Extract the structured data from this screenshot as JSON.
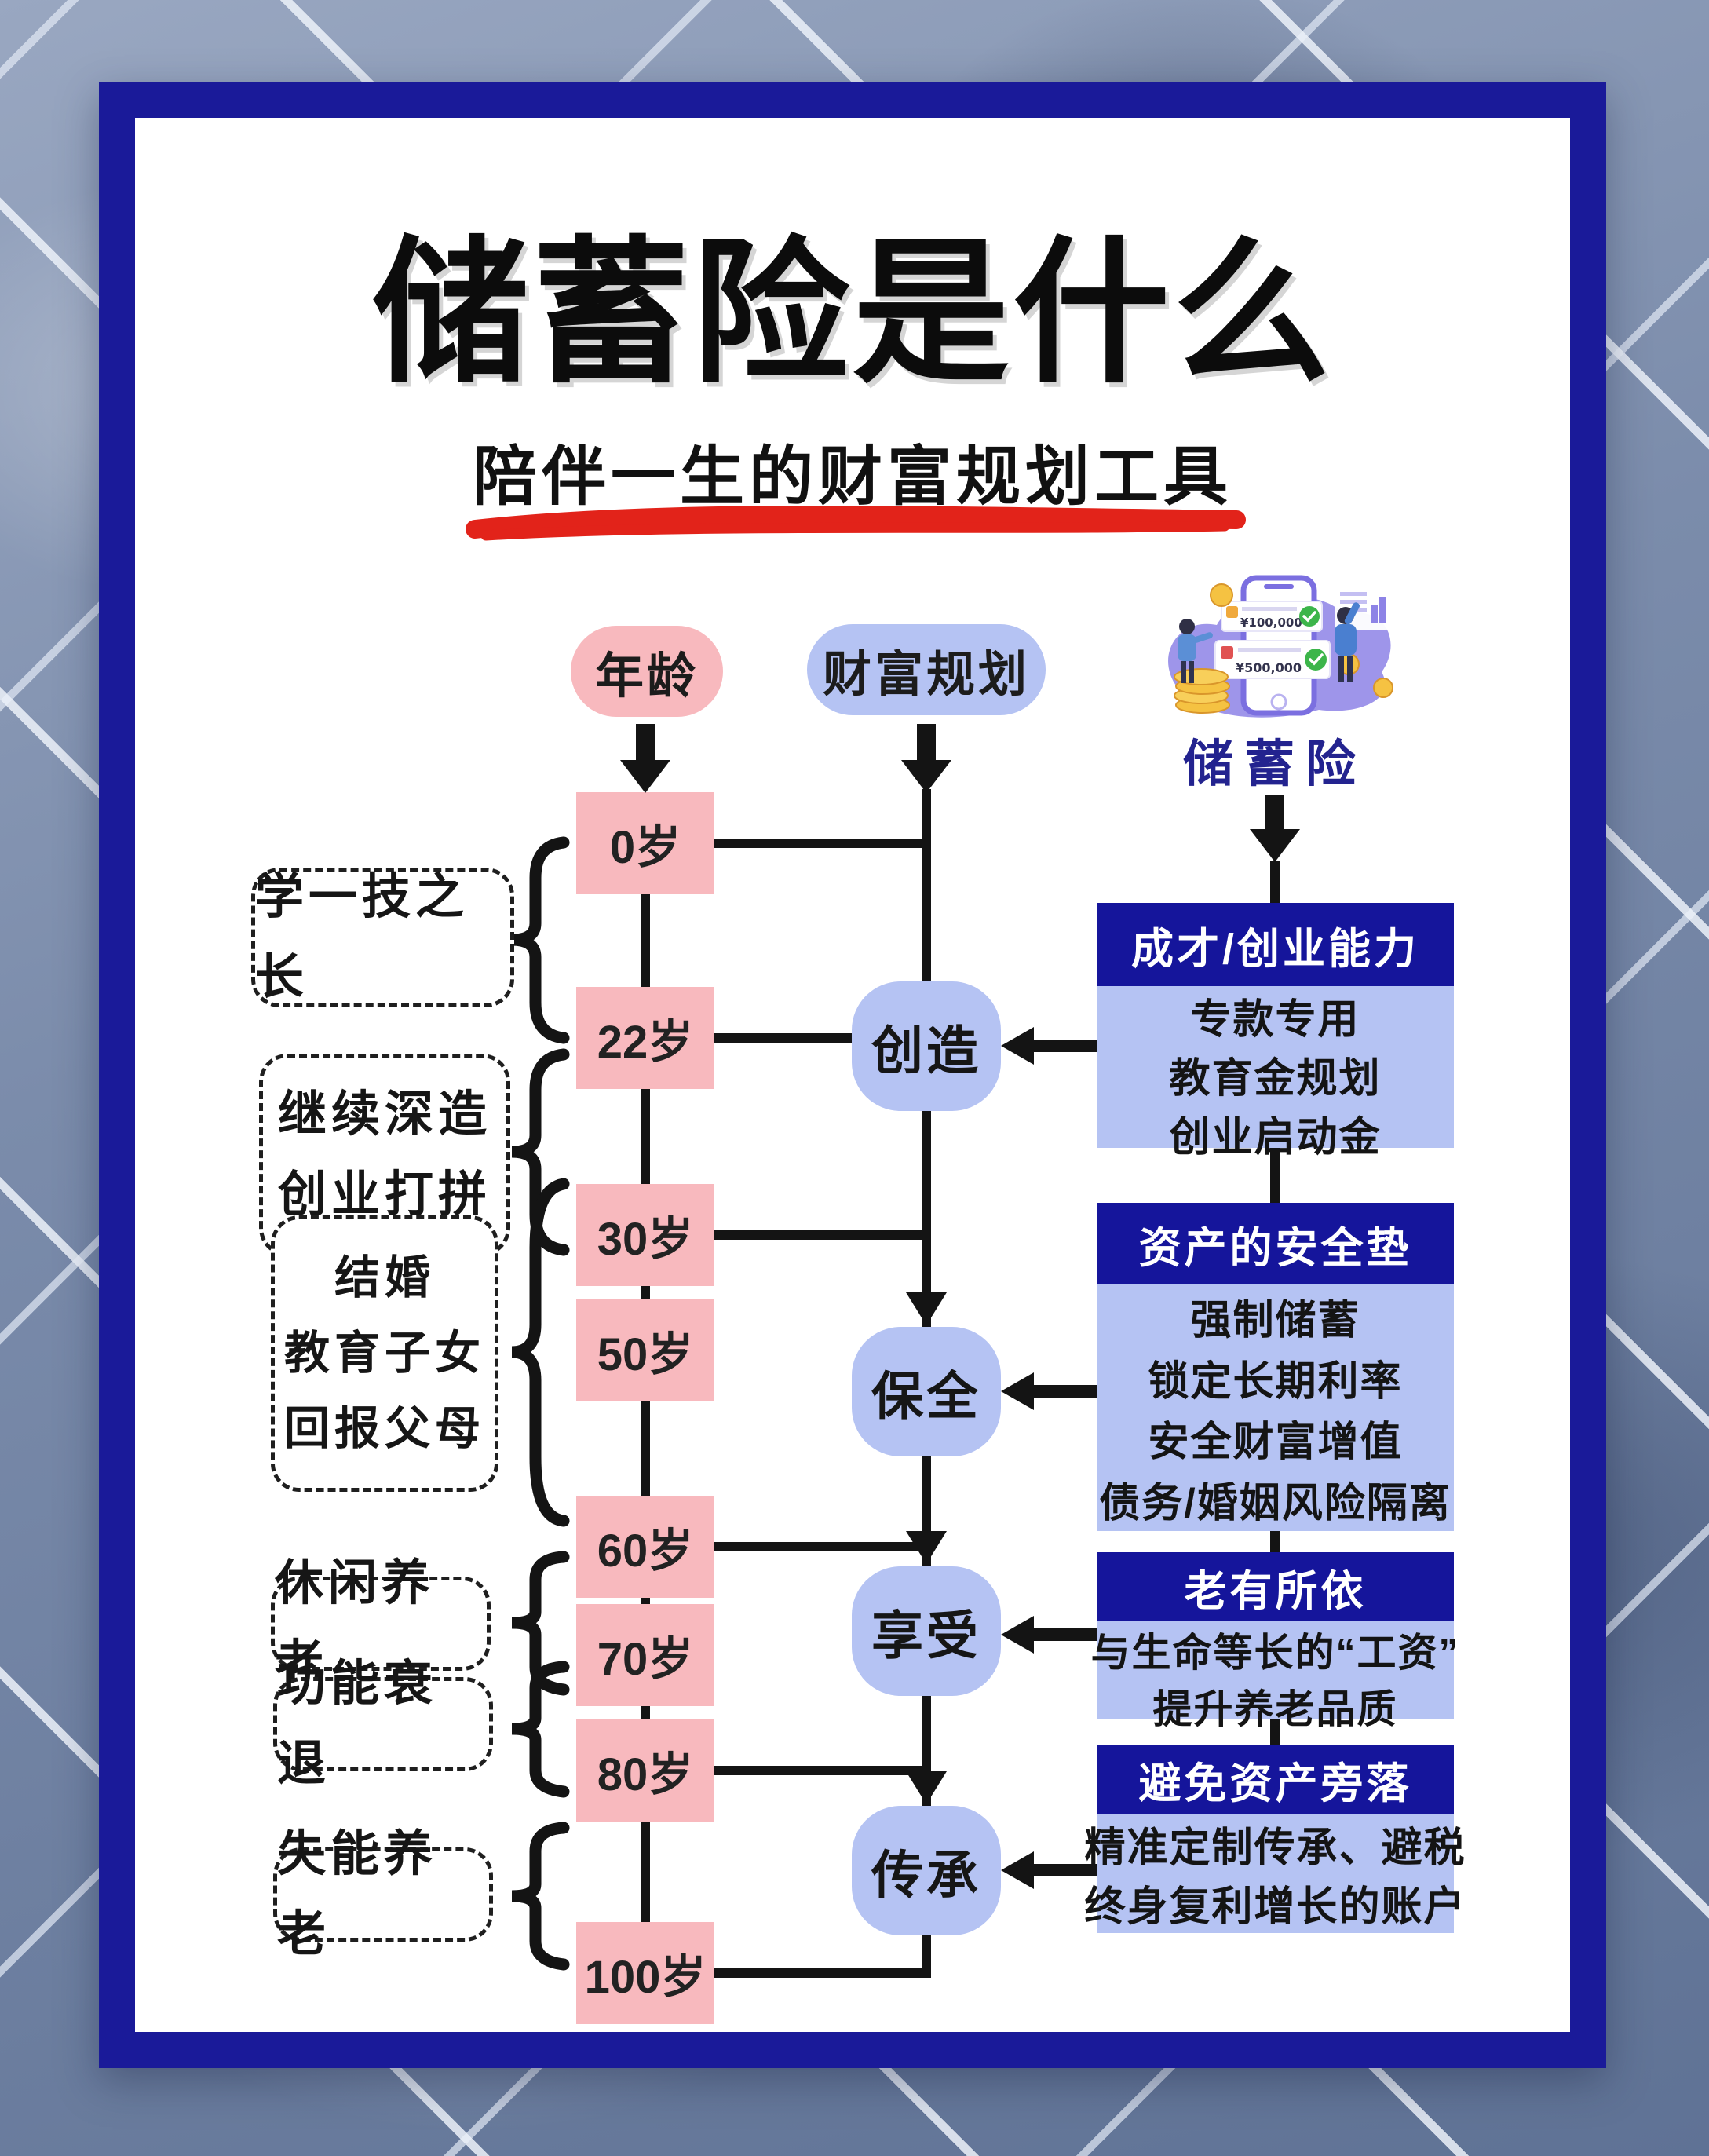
{
  "page": {
    "title": "储蓄险是什么",
    "subtitle": "陪伴一生的财富规划工具"
  },
  "header_flow": {
    "age_label": "年龄",
    "wealth_label": "财富规划",
    "product_label": "储蓄险",
    "illustration": {
      "amount_top": "¥100,000",
      "amount_bottom": "¥500,000"
    }
  },
  "timeline_ages": [
    "0岁",
    "22岁",
    "30岁",
    "50岁",
    "60岁",
    "70岁",
    "80岁",
    "100岁"
  ],
  "life_stages": [
    {
      "lines": [
        "学一技之长"
      ]
    },
    {
      "lines": [
        "继续深造",
        "创业打拼"
      ]
    },
    {
      "lines": [
        "结婚",
        "教育子女",
        "回报父母"
      ]
    },
    {
      "lines": [
        "休闲养老"
      ]
    },
    {
      "lines": [
        "功能衰退"
      ]
    },
    {
      "lines": [
        "失能养老"
      ]
    }
  ],
  "phases": [
    "创造",
    "保全",
    "享受",
    "传承"
  ],
  "benefits": [
    {
      "title": "成才/创业能力",
      "lines": [
        "专款专用",
        "教育金规划",
        "创业启动金"
      ]
    },
    {
      "title": "资产的安全垫",
      "lines": [
        "强制储蓄",
        "锁定长期利率",
        "安全财富增值",
        "债务/婚姻风险隔离"
      ]
    },
    {
      "title": "老有所依",
      "lines": [
        "与生命等长的“工资”",
        "提升养老品质"
      ]
    },
    {
      "title": "避免资产旁落",
      "lines": [
        "精准定制传承、避税",
        "终身复利增长的账户"
      ]
    }
  ],
  "colors": {
    "frame_navy": "#1a1a99",
    "header_navy": "#15159b",
    "pink": "#f8b9be",
    "periwinkle": "#b5c3f3",
    "underline_red": "#e2231a",
    "line_black": "#141414",
    "product_text": "#23238f"
  }
}
